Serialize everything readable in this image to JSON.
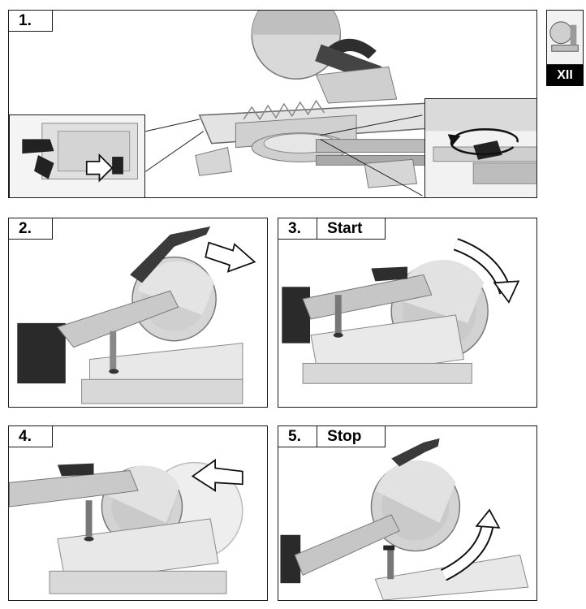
{
  "section_badge": "XII",
  "steps": [
    {
      "number": "1.",
      "word": ""
    },
    {
      "number": "2.",
      "word": ""
    },
    {
      "number": "3.",
      "word": "Start"
    },
    {
      "number": "4.",
      "word": ""
    },
    {
      "number": "5.",
      "word": "Stop"
    }
  ],
  "icons": {
    "push_arrow": "outline-right-arrow",
    "rotate_knob": "circular-rotation-arrow",
    "slide_back": "outline-right-arrow",
    "plunge_cut": "curved-down-arrow",
    "slide_forward": "outline-left-arrow",
    "raise_head": "curved-up-arrow"
  }
}
